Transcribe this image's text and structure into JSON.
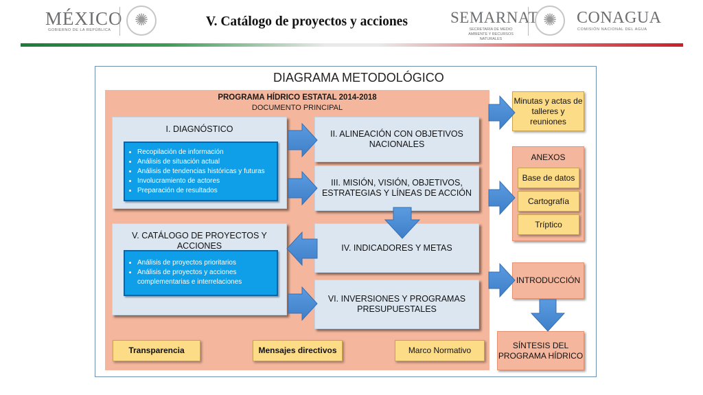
{
  "header": {
    "mexico": "MÉXICO",
    "mexico_sub": "GOBIERNO DE LA REPÚBLICA",
    "title": "V.  Catálogo de proyectos y acciones",
    "semarnat": "SEMARNAT",
    "semarnat_sub": "SECRETARÍA DE MEDIO AMBIENTE Y RECURSOS NATURALES",
    "conagua": "CONAGUA",
    "conagua_sub": "COMISIÓN NACIONAL DEL AGUA"
  },
  "diagram": {
    "title": "DIAGRAMA METODOLÓGICO",
    "program_title": "PROGRAMA HÍDRICO ESTATAL 2014-2018",
    "program_sub": "DOCUMENTO PRINCIPAL",
    "diagnostico": {
      "title": "I.  DIAGNÓSTICO",
      "items": [
        "Recopilación de información",
        "Análisis de situación actual",
        "Análisis de tendencias históricas y futuras",
        "Involucramiento de actores",
        "Preparación de resultados"
      ]
    },
    "catalogo": {
      "title": "V.  CATÁLOGO DE PROYECTOS Y ACCIONES",
      "items": [
        "Análisis de proyectos prioritarios",
        "Análisis de proyectos y acciones complementarias e interrelaciones"
      ]
    },
    "alineacion": "II.  ALINEACIÓN CON OBJETIVOS NACIONALES",
    "mision": "III.  MISIÓN, VISIÓN, OBJETIVOS, ESTRATEGIAS Y LÍNEAS DE ACCIÓN",
    "indicadores": "IV.  INDICADORES Y METAS",
    "inversiones": "VI. INVERSIONES Y PROGRAMAS PRESUPUESTALES",
    "bottom": [
      "Transparencia",
      "Mensajes directivos",
      "Marco Normativo"
    ],
    "minutas": "Minutas y actas de talleres y reuniones",
    "anexos": {
      "title": "ANEXOS",
      "items": [
        "Base de datos",
        "Cartografía",
        "Tríptico"
      ]
    },
    "introduccion": "INTRODUCCIÓN",
    "sintesis": "SÍNTESIS DEL PROGRAMA HÍDRICO"
  },
  "colors": {
    "salmon": "#f4b69c",
    "light_blue": "#dce6f1",
    "bright_blue": "#0f9ee8",
    "yellow": "#fddc87",
    "arrow_blue": "#4f8fd6"
  }
}
